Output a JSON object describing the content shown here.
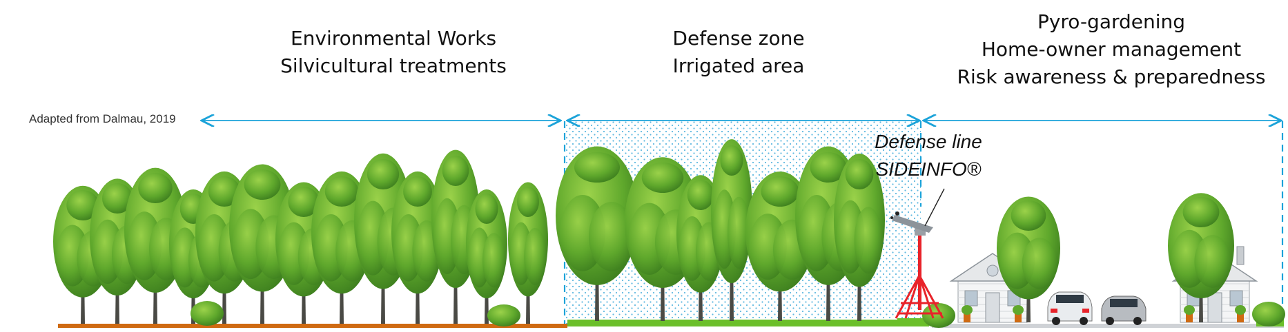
{
  "zones": [
    {
      "id": "forest",
      "lines": [
        "Environmental Works",
        "Silvicultural treatments"
      ]
    },
    {
      "id": "defense",
      "lines": [
        "Defense zone",
        "Irrigated area"
      ]
    },
    {
      "id": "homes",
      "lines": [
        "Pyro-gardening",
        "Home-owner management",
        "Risk awareness & preparedness"
      ]
    }
  ],
  "attribution": "Adapted from Dalmau, 2019",
  "defense_line": {
    "line1": "Defense line",
    "line2": "SIDEINFO®"
  },
  "colors": {
    "arrow": "#1ba3d9",
    "zone_border": "#1ba3d9",
    "ground_forest": "#cf6a12",
    "grass": "#6bbf2a",
    "sprinkler": "#e8232a",
    "foliage": "#5fa82c",
    "trunk": "#4a4a45"
  }
}
